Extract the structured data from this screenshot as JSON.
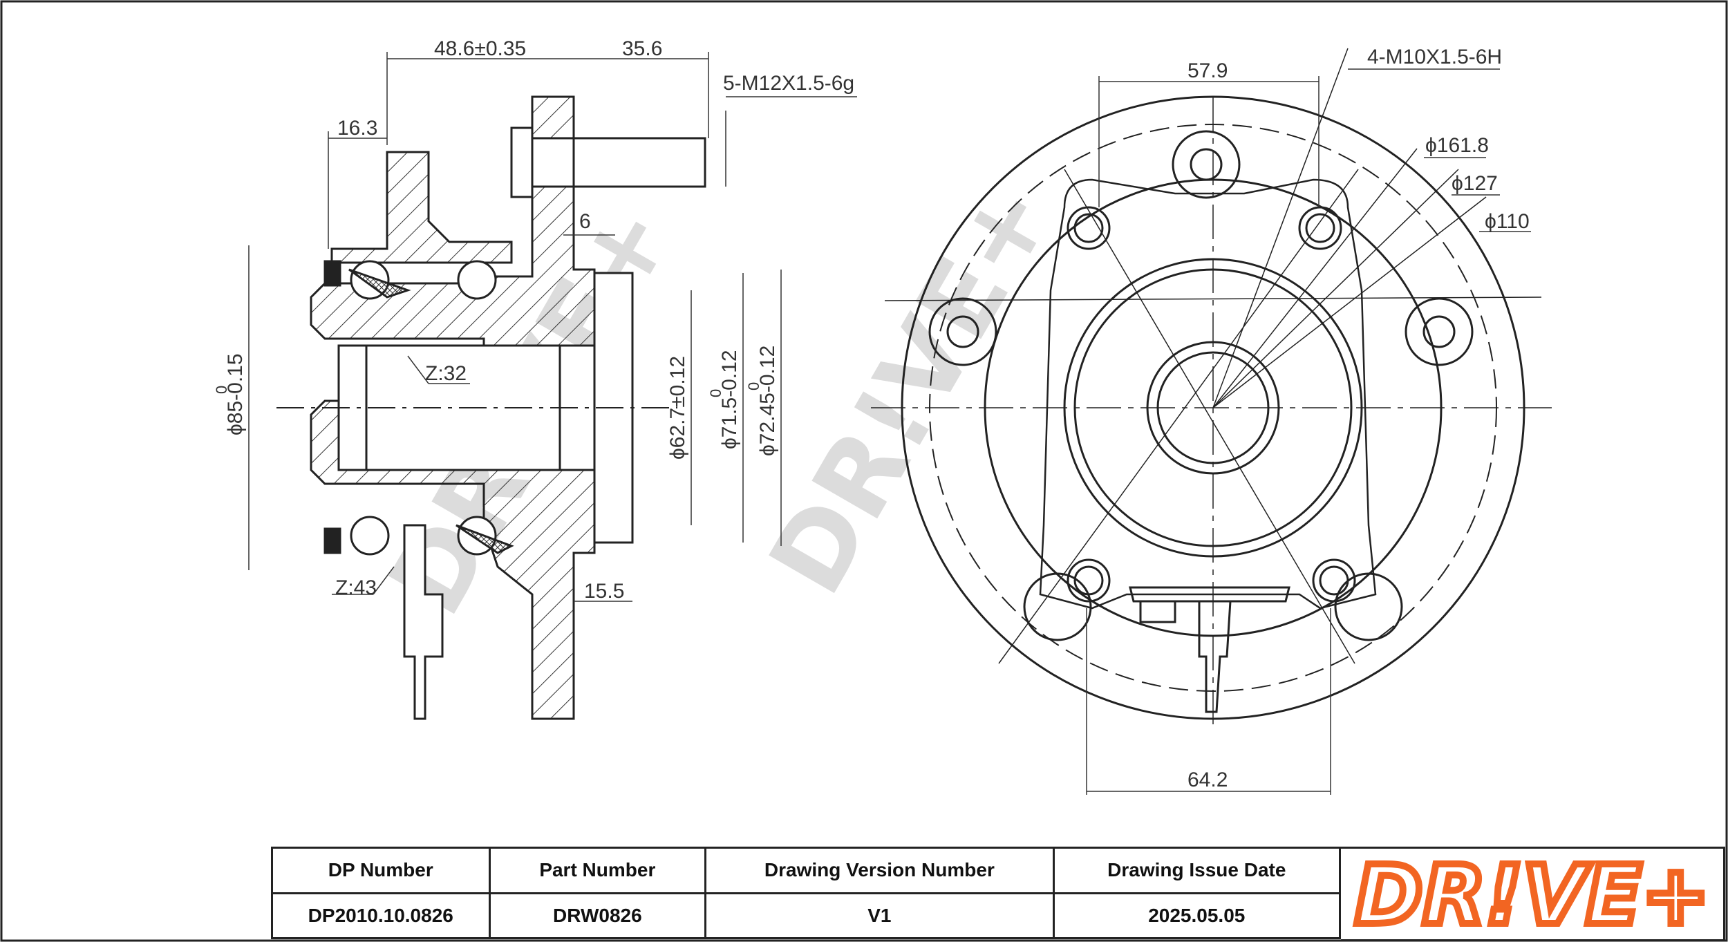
{
  "dimensions": {
    "d48_6": "48.6±0.35",
    "d35_6": "35.6",
    "stud": "5-M12X1.5-6g",
    "d16_3": "16.3",
    "d6": "6",
    "z32": "Z:32",
    "z43": "Z:43",
    "d15_5": "15.5",
    "dia85": "ϕ85-0.15",
    "dia85_tol": "0",
    "dia62_7": "ϕ62.7±0.12",
    "dia71_5": "ϕ71.5-0.12",
    "dia71_5_tol": "0",
    "dia72_45": "ϕ72.45-0.12",
    "dia72_45_tol": "0",
    "d57_9": "57.9",
    "thread4": "4-M10X1.5-6H",
    "dia161_8": "ϕ161.8",
    "dia127": "ϕ127",
    "dia110": "ϕ110",
    "d64_2": "64.2"
  },
  "watermark": "DR!VE+",
  "title_block": {
    "headers": {
      "dp_number": "DP Number",
      "part_number": "Part Number",
      "version": "Drawing Version Number",
      "issue_date": "Drawing Issue Date"
    },
    "values": {
      "dp_number": "DP2010.10.0826",
      "part_number": "DRW0826",
      "version": "V1",
      "issue_date": "2025.05.05"
    }
  },
  "logo": {
    "text": "DR!VE+",
    "color": "#f26522"
  }
}
